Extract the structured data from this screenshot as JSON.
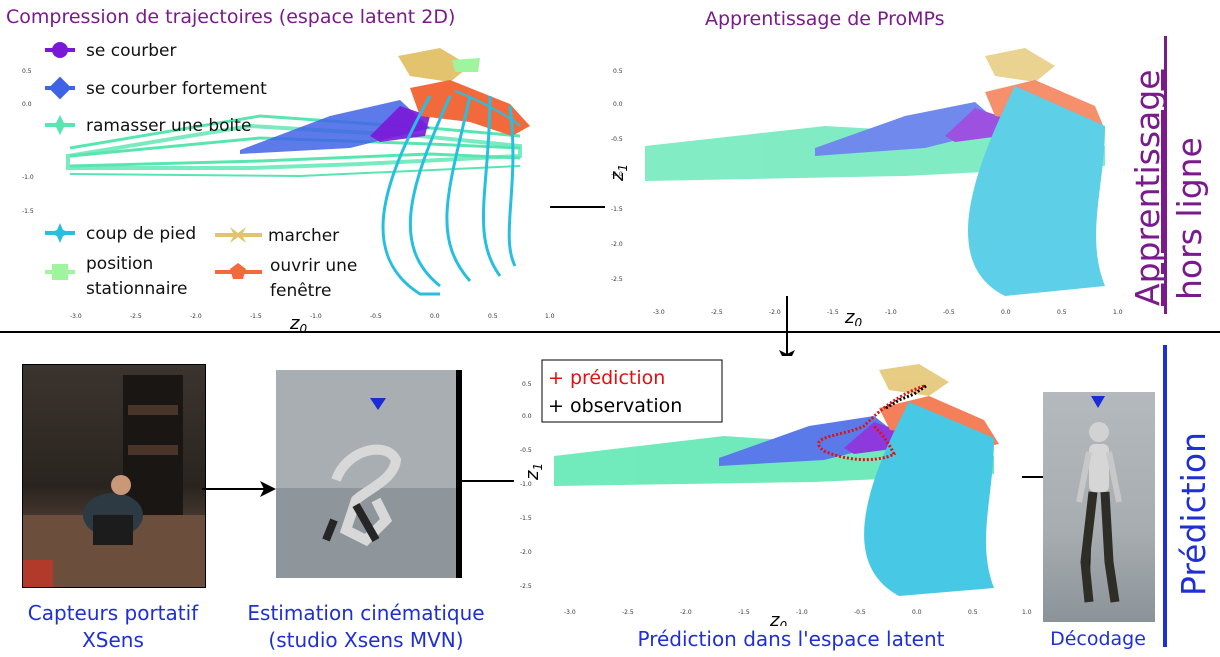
{
  "titles": {
    "compression": "Compression de trajectoires (espace latent 2D)",
    "promps": "Apprentissage de ProMPs"
  },
  "legend": {
    "se_courber": "se courber",
    "se_courber_fortement": "se courber fortement",
    "ramasser": "ramasser une boite",
    "coup_de_pied": "coup de pied",
    "marcher": "marcher",
    "position_1": "position",
    "position_2": "stationnaire",
    "ouvrir_1": "ouvrir une",
    "ouvrir_2": "fenêtre"
  },
  "axes": {
    "x_label": "z",
    "x_sub": "0",
    "y_label": "z",
    "y_sub": "1",
    "x_ticks": [
      "-3.0",
      "-2.5",
      "-2.0",
      "-1.5",
      "-1.0",
      "-0.5",
      "0.0",
      "0.5",
      "1.0"
    ],
    "y_ticks": [
      "0.5",
      "0.0",
      "-0.5",
      "-1.0",
      "-1.5",
      "-2.0",
      "-2.5"
    ]
  },
  "prediction_legend": {
    "prediction": "+ prédiction",
    "observation": "+ observation"
  },
  "side_labels": {
    "line1": "Apprentissage",
    "line2": "hors ligne",
    "prediction": "Prédiction"
  },
  "captions": {
    "capteurs_1": "Capteurs portatif",
    "capteurs_2": "XSens",
    "estimation_1": "Estimation cinématique",
    "estimation_2": "(studio Xsens MVN)",
    "prediction": "Prédiction dans l'espace latent",
    "decodage": "Décodage"
  },
  "colors": {
    "se_courber": "#7b17d8",
    "se_courber_fortement": "#3f63e6",
    "ramasser": "#58e6b0",
    "coup_de_pied": "#27bfe0",
    "marcher": "#e3c36d",
    "position": "#9ef59e",
    "ouvrir": "#f26a3c",
    "title_purple": "#7a1a8c",
    "caption_blue": "#1f2fd6"
  }
}
